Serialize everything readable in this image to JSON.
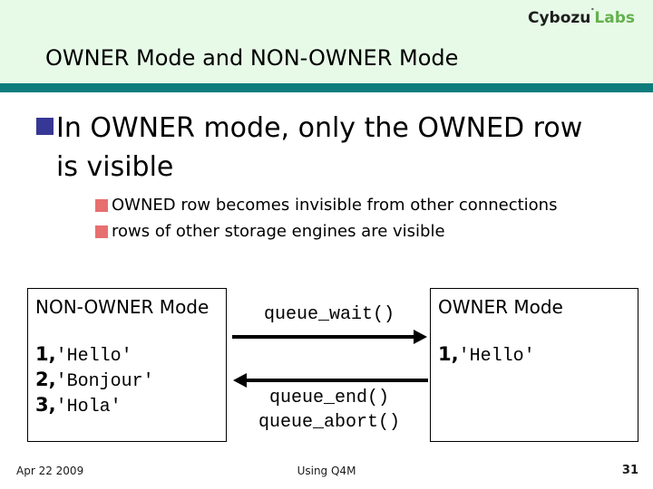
{
  "colors": {
    "header_bg": "#e7fae7",
    "title_rule": "#0e7c7c",
    "main_bullet_square": "#373795",
    "sub_bullet_square": "#e86f6f",
    "logo_brand": "#1e1e1e",
    "logo_suffix": "#64b14e"
  },
  "logo": {
    "brand": "Cybozu",
    "mark": "˚",
    "suffix": "Labs"
  },
  "title": "OWNER Mode and NON-OWNER Mode",
  "bullets": {
    "main_line1": "In OWNER mode, only the OWNED row",
    "main_line2": "is visible",
    "sub": [
      "OWNED row becomes invisible from other connections",
      "rows of other storage engines are visible"
    ]
  },
  "diagram": {
    "left_box": {
      "title": "NON-OWNER Mode",
      "rows": [
        {
          "num": "1,",
          "val": "'Hello'"
        },
        {
          "num": "2,",
          "val": "'Bonjour'"
        },
        {
          "num": "3,",
          "val": "'Hola'"
        }
      ]
    },
    "right_box": {
      "title": "OWNER Mode",
      "rows": [
        {
          "num": "1,",
          "val": "'Hello'"
        }
      ]
    },
    "to_owner_label": "queue_wait()",
    "to_nonowner_labels": [
      "queue_end()",
      "queue_abort()"
    ]
  },
  "footer": {
    "date": "Apr 22 2009",
    "center": "Using Q4M",
    "page": "31"
  }
}
